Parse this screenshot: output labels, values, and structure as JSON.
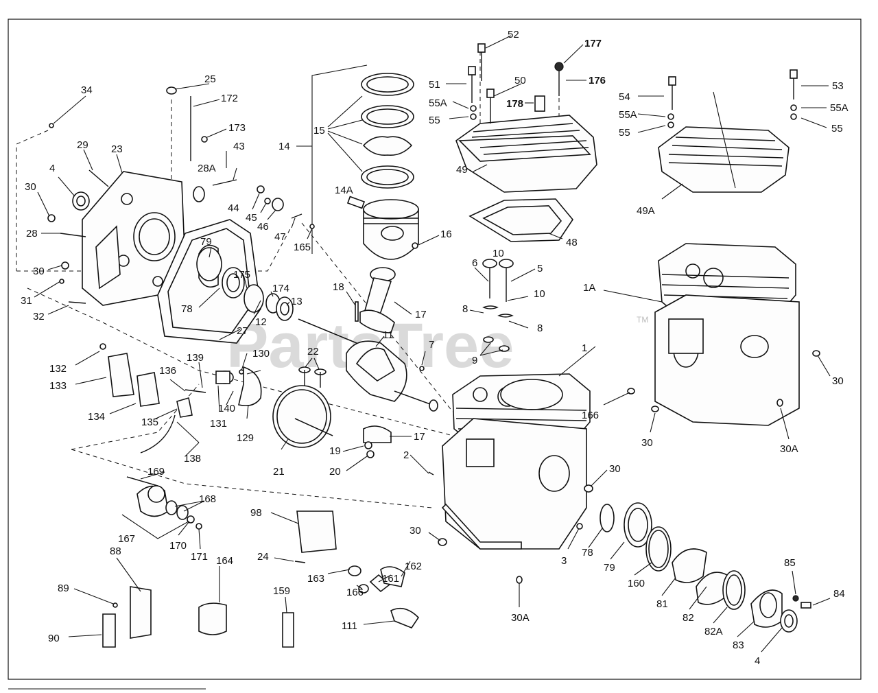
{
  "watermark": {
    "brand": "PartsTree",
    "trademark": "TM"
  },
  "labels": {
    "l1": "1",
    "l1A": "1A",
    "l2": "2",
    "l3": "3",
    "l4a": "4",
    "l4b": "4",
    "l5": "5",
    "l6": "6",
    "l7": "7",
    "l8a": "8",
    "l8b": "8",
    "l9": "9",
    "l10a": "10",
    "l10b": "10",
    "l11": "11",
    "l12": "12",
    "l13": "13",
    "l14": "14",
    "l14A": "14A",
    "l15": "15",
    "l16": "16",
    "l17a": "17",
    "l17b": "17",
    "l18": "18",
    "l19": "19",
    "l20": "20",
    "l21": "21",
    "l22": "22",
    "l23": "23",
    "l24": "24",
    "l25": "25",
    "l27": "27",
    "l28": "28",
    "l28A": "28A",
    "l29": "29",
    "l30a": "30",
    "l30b": "30",
    "l30c": "30",
    "l30d": "30",
    "l30e": "30",
    "l30f": "30",
    "l30Aa": "30A",
    "l30Ab": "30A",
    "l31": "31",
    "l32": "32",
    "l34": "34",
    "l43": "43",
    "l44": "44",
    "l45": "45",
    "l46": "46",
    "l47": "47",
    "l48": "48",
    "l49": "49",
    "l49A": "49A",
    "l50": "50",
    "l51": "51",
    "l52": "52",
    "l53": "53",
    "l54": "54",
    "l55a": "55",
    "l55b": "55",
    "l55c": "55",
    "l55Aa": "55A",
    "l55Ab": "55A",
    "l55Ac": "55A",
    "l78a": "78",
    "l78b": "78",
    "l79a": "79",
    "l79b": "79",
    "l81": "81",
    "l82": "82",
    "l82A": "82A",
    "l83": "83",
    "l84": "84",
    "l85": "85",
    "l88": "88",
    "l89": "89",
    "l90": "90",
    "l98": "98",
    "l111": "111",
    "l129": "129",
    "l130": "130",
    "l131": "131",
    "l132": "132",
    "l133": "133",
    "l134": "134",
    "l135": "135",
    "l136": "136",
    "l138": "138",
    "l139": "139",
    "l140": "140",
    "l159": "159",
    "l160": "160",
    "l161": "161",
    "l162": "162",
    "l163": "163",
    "l164": "164",
    "l165": "165",
    "l166a": "166",
    "l166b": "166",
    "l167": "167",
    "l168": "168",
    "l169": "169",
    "l170": "170",
    "l171": "171",
    "l172": "172",
    "l173": "173",
    "l174": "174",
    "l175": "175",
    "l176": "176",
    "l177": "177",
    "l178": "178"
  }
}
